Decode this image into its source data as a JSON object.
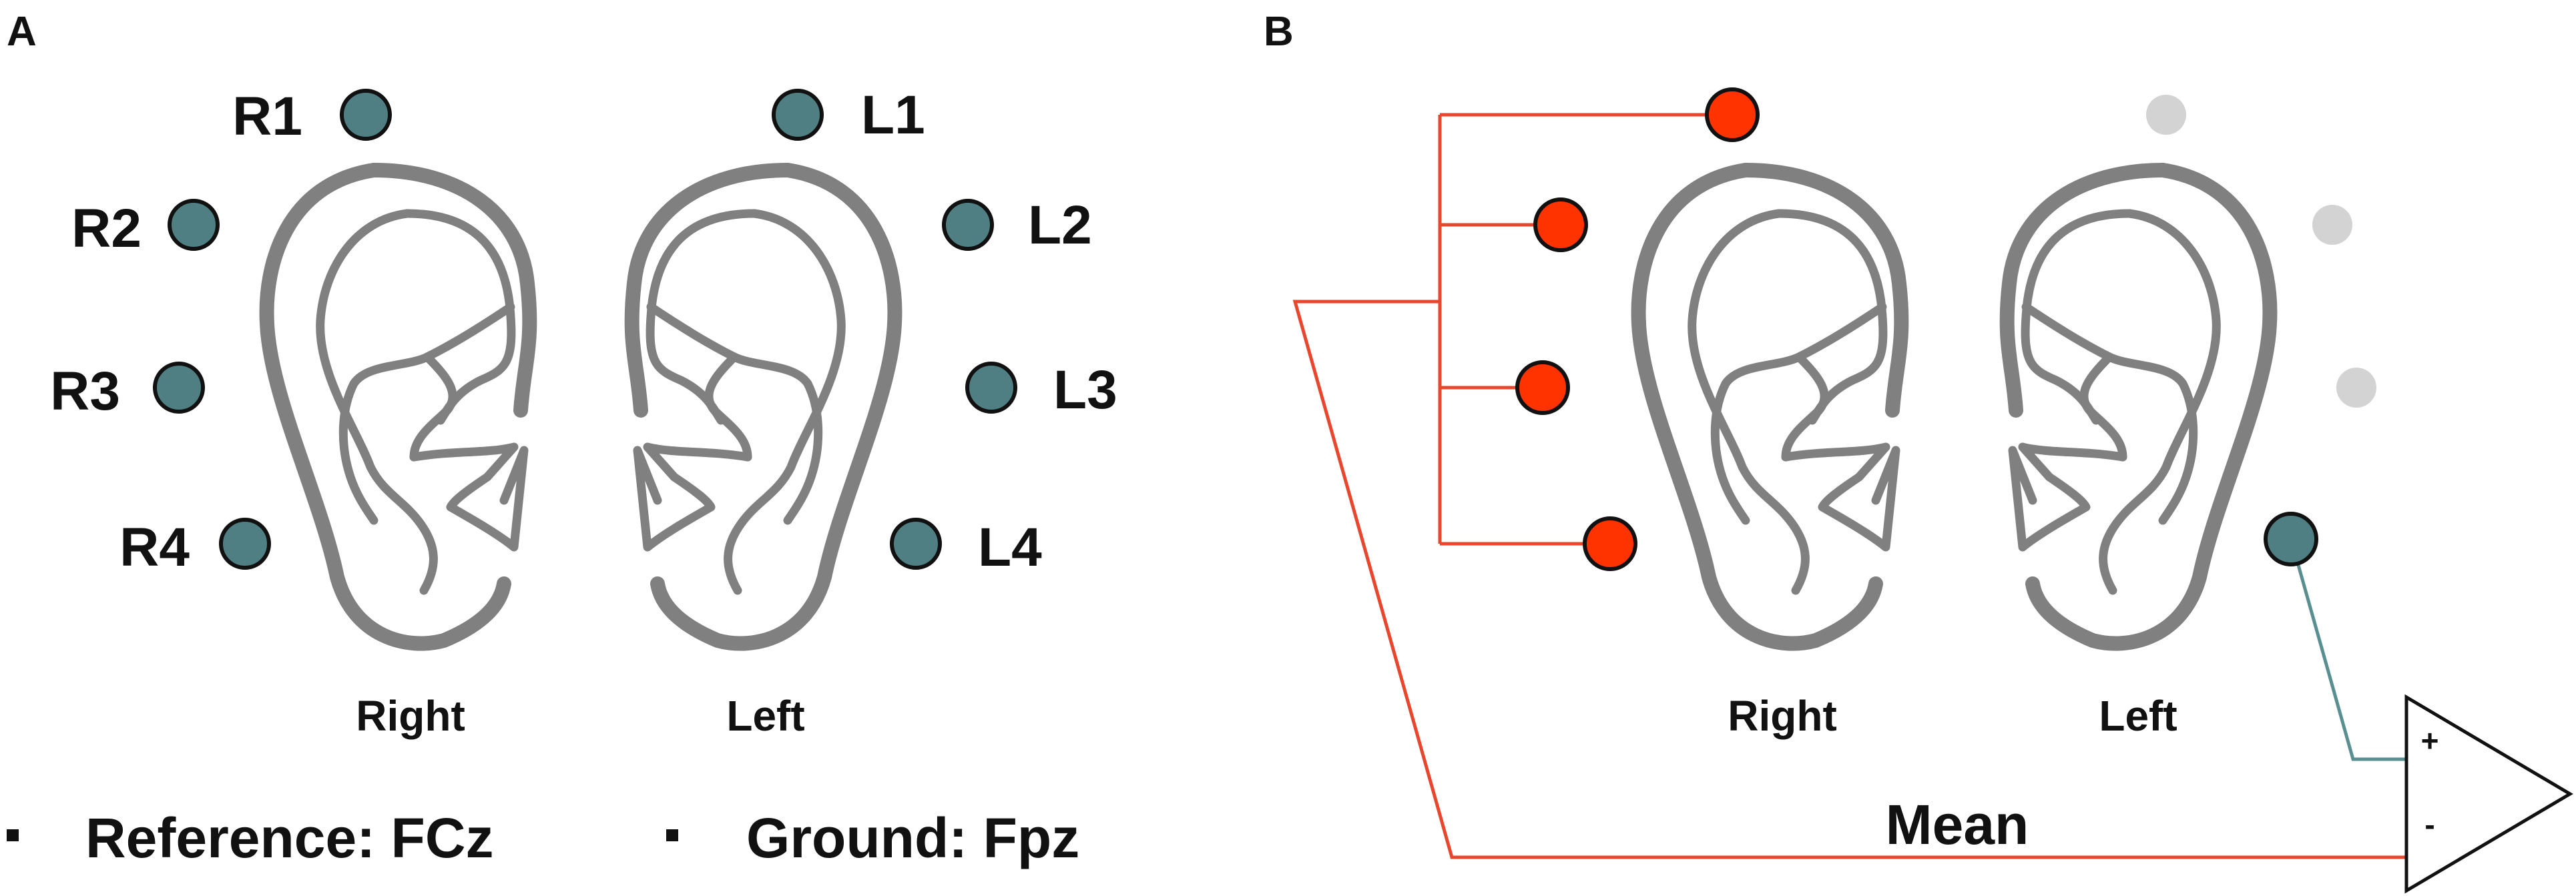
{
  "panel_a": {
    "letter": "A",
    "right_ear_caption": "Right",
    "left_ear_caption": "Left",
    "electrode_color": "#4f7f82",
    "right_electrodes": [
      "R1",
      "R2",
      "R3",
      "R4"
    ],
    "left_electrodes": [
      "L1",
      "L2",
      "L3",
      "L4"
    ],
    "notes": [
      "Reference: FCz",
      "Ground: Fpz"
    ]
  },
  "panel_b": {
    "letter": "B",
    "right_ear_caption": "Right",
    "left_ear_caption": "Left",
    "reference_electrode_color": "#ff3300",
    "active_electrode_color": "#4f7f82",
    "unused_electrode_color": "#d3d3d3",
    "reference_wire_color": "#e8462d",
    "active_wire_color": "#5a8f91",
    "mean_label": "Mean",
    "amplifier_plus": "+",
    "amplifier_minus": "-"
  }
}
